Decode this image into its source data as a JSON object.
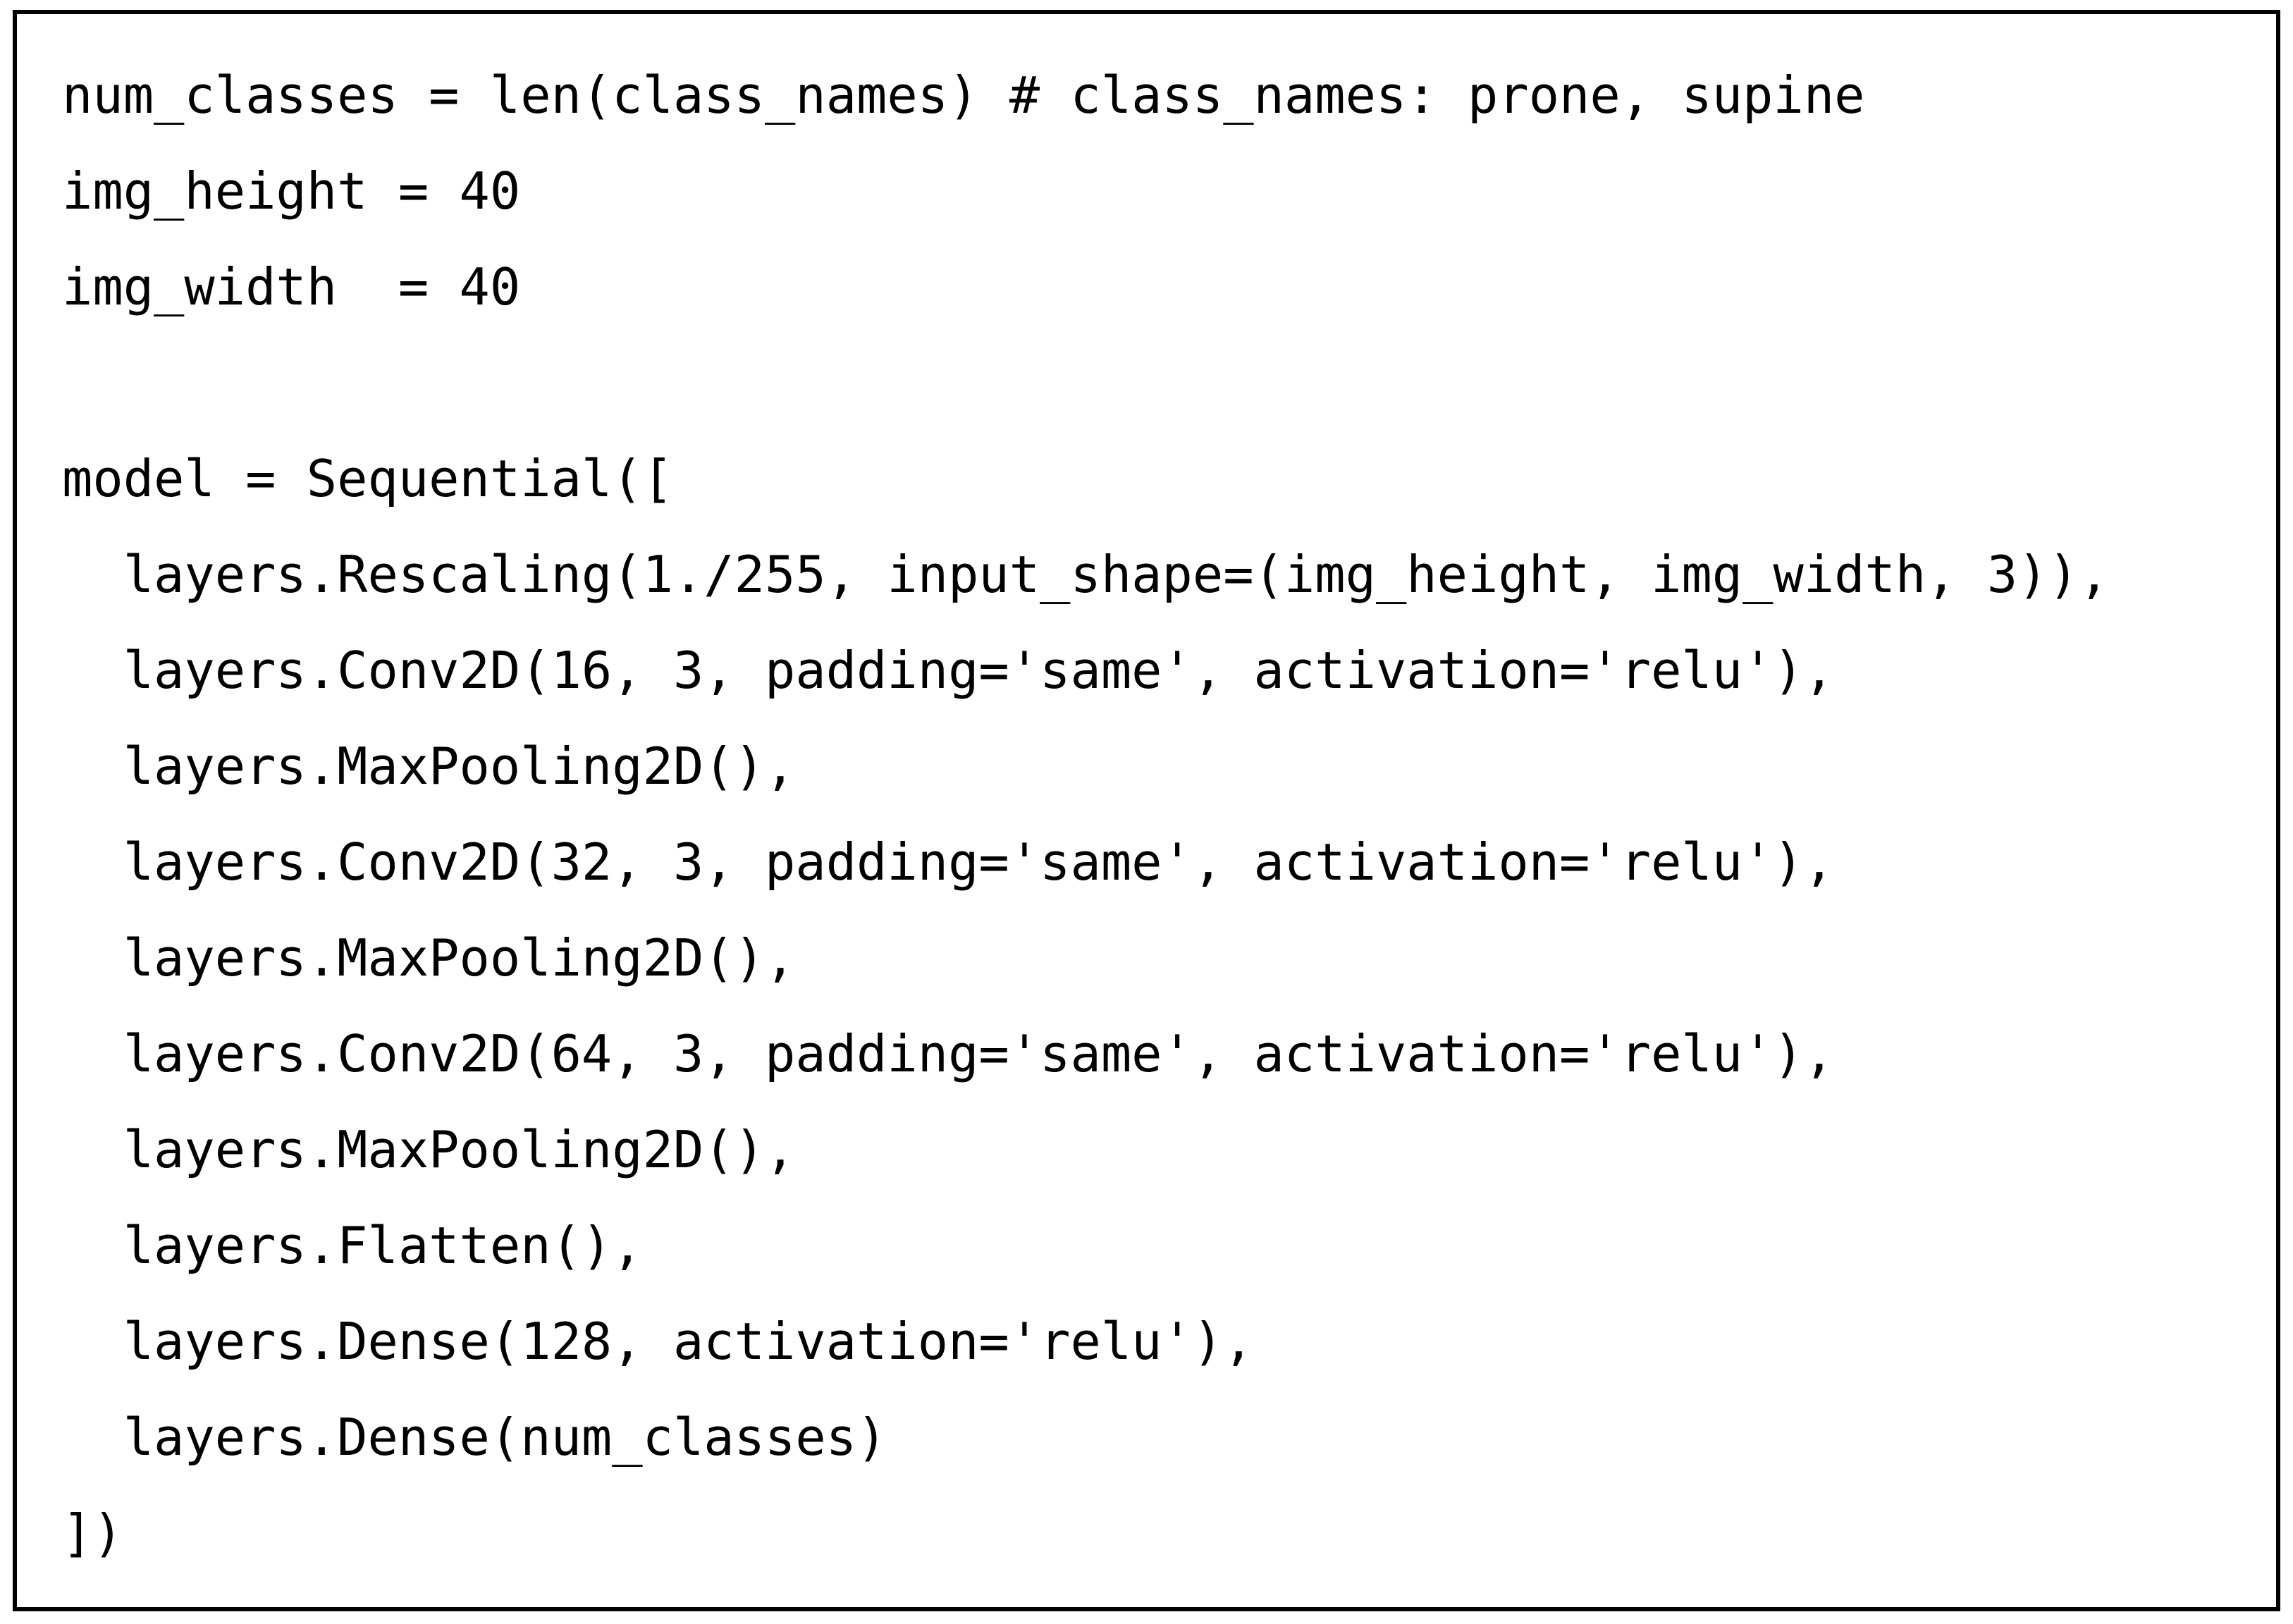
{
  "code": {
    "lines": [
      "num_classes = len(class_names) # class_names: prone, supine",
      "img_height = 40",
      "img_width  = 40",
      "",
      "model = Sequential([",
      "  layers.Rescaling(1./255, input_shape=(img_height, img_width, 3)),",
      "  layers.Conv2D(16, 3, padding='same', activation='relu'),",
      "  layers.MaxPooling2D(),",
      "  layers.Conv2D(32, 3, padding='same', activation='relu'),",
      "  layers.MaxPooling2D(),",
      "  layers.Conv2D(64, 3, padding='same', activation='relu'),",
      "  layers.MaxPooling2D(),",
      "  layers.Flatten(),",
      "  layers.Dense(128, activation='relu'),",
      "  layers.Dense(num_classes)",
      "])"
    ]
  }
}
